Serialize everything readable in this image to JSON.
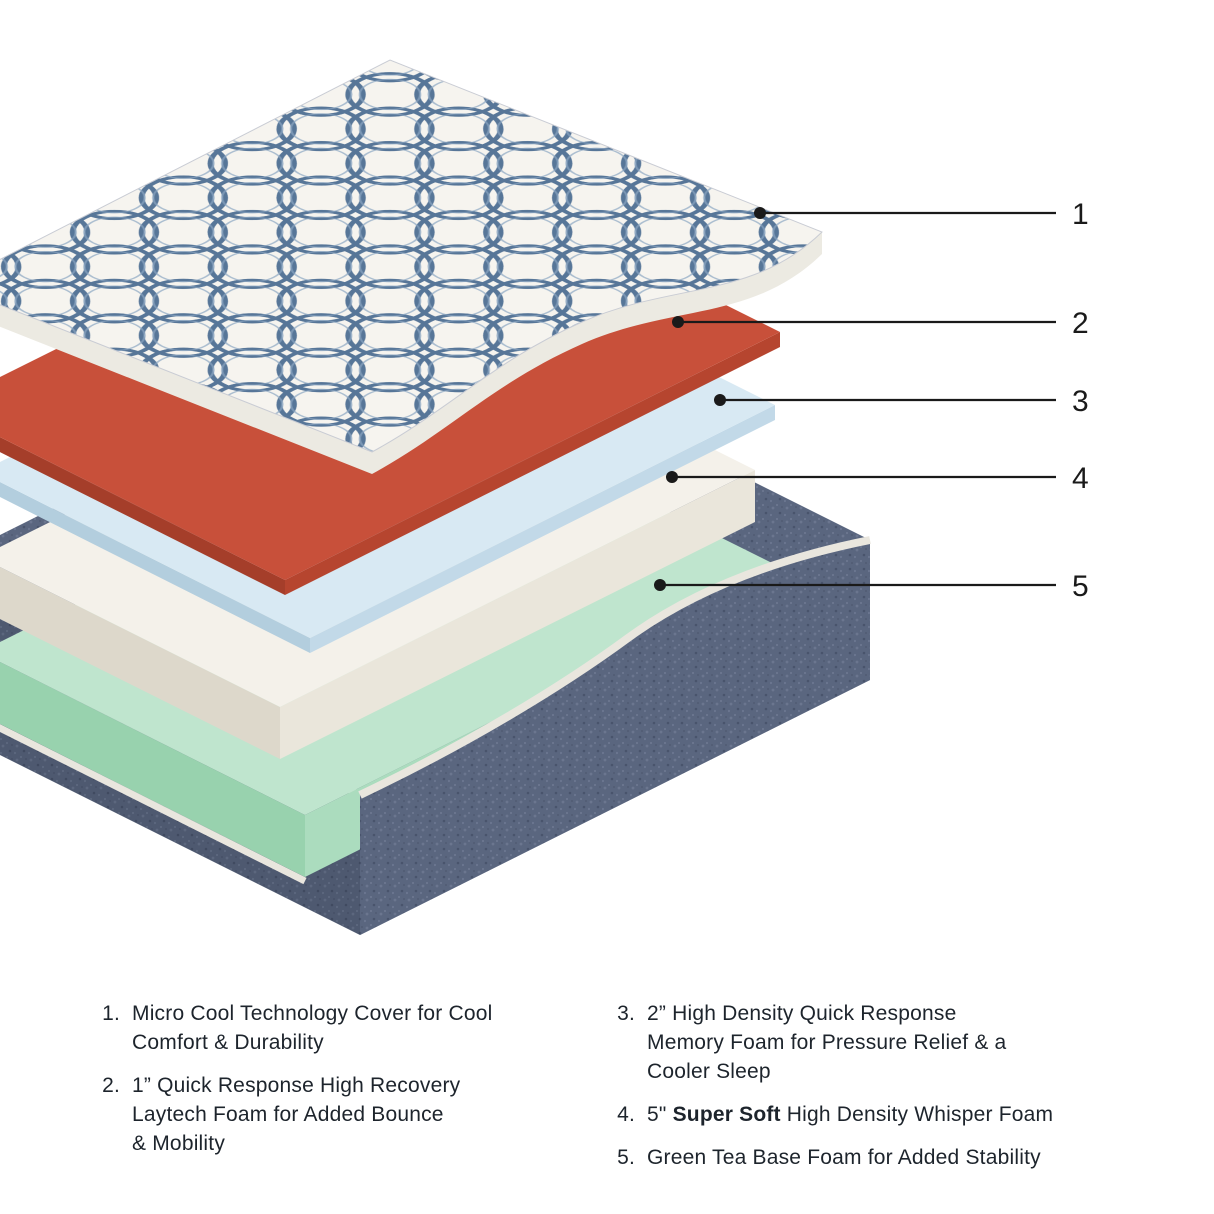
{
  "callouts": [
    {
      "number": "1"
    },
    {
      "number": "2"
    },
    {
      "number": "3"
    },
    {
      "number": "4"
    },
    {
      "number": "5"
    }
  ],
  "legend": {
    "left": [
      {
        "number": "1.",
        "lines": [
          "Micro Cool Technology Cover for Cool",
          "Comfort & Durability"
        ]
      },
      {
        "number": "2.",
        "lines": [
          "1” Quick Response High Recovery",
          "Laytech Foam for Added Bounce",
          "& Mobility"
        ]
      }
    ],
    "right": [
      {
        "number": "3.",
        "lines": [
          "2” High Density Quick Response",
          "Memory Foam for Pressure Relief & a",
          "Cooler Sleep"
        ]
      },
      {
        "number": "4.",
        "segments": [
          {
            "text": "5\" "
          },
          {
            "text": "Super Soft",
            "bold": true
          },
          {
            "text": " High Density Whisper Foam"
          }
        ]
      },
      {
        "number": "5.",
        "lines": [
          "Green Tea Base Foam for Added Stability"
        ]
      }
    ]
  },
  "layers": [
    {
      "id": "1",
      "name": "micro-cool-cover",
      "top": "#f6f4ef",
      "pattern": "#46688f",
      "side": "#eceae2"
    },
    {
      "id": "2",
      "name": "laytech-foam",
      "top": "#c8503a",
      "right": "#b6452f",
      "left": "#a53e2a"
    },
    {
      "id": "3",
      "name": "memory-foam",
      "top": "#d8e9f3",
      "right": "#c2d9e8",
      "left": "#b3cede"
    },
    {
      "id": "4",
      "name": "whisper-foam",
      "top": "#f4f1ea",
      "right": "#eae6db",
      "left": "#ddd8cb"
    },
    {
      "id": "5",
      "name": "green-tea-foam",
      "top": "#bfe5ce",
      "right": "#abdcbe",
      "left": "#98d2ae"
    },
    {
      "id": "base",
      "name": "base-fabric",
      "top": "#5a667f",
      "liner": "#e9e6de"
    }
  ],
  "colors": {
    "callout_line": "#1a1a1a",
    "text": "#1d242c",
    "background": "#ffffff"
  }
}
